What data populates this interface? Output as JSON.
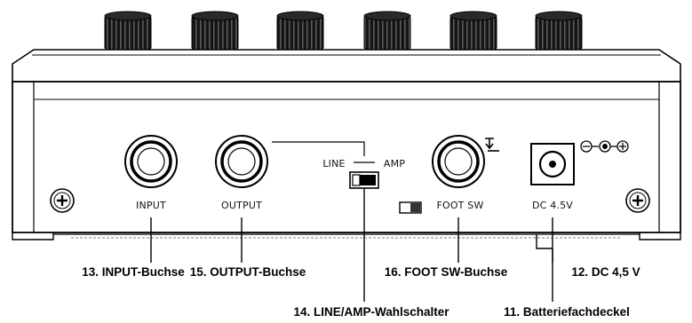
{
  "panel_labels": {
    "input": "INPUT",
    "output": "OUTPUT",
    "line": "LINE",
    "amp": "AMP",
    "foot_sw": "FOOT SW",
    "dc": "DC 4.5V"
  },
  "callouts": {
    "input_jack": "13. INPUT-Buchse",
    "output_jack": "15. OUTPUT-Buchse",
    "foot_sw_jack": "16. FOOT SW-Buchse",
    "dc_jack": "12. DC 4,5 V",
    "line_amp_switch": "14. LINE/AMP-Wahlschalter",
    "battery_cover": "11. Batteriefachdeckel"
  },
  "knob_count": 6,
  "icons": [
    "screw-icon",
    "jack-icon",
    "slide-switch-icon",
    "dc-polarity-icon",
    "foot-switch-symbol-icon"
  ]
}
